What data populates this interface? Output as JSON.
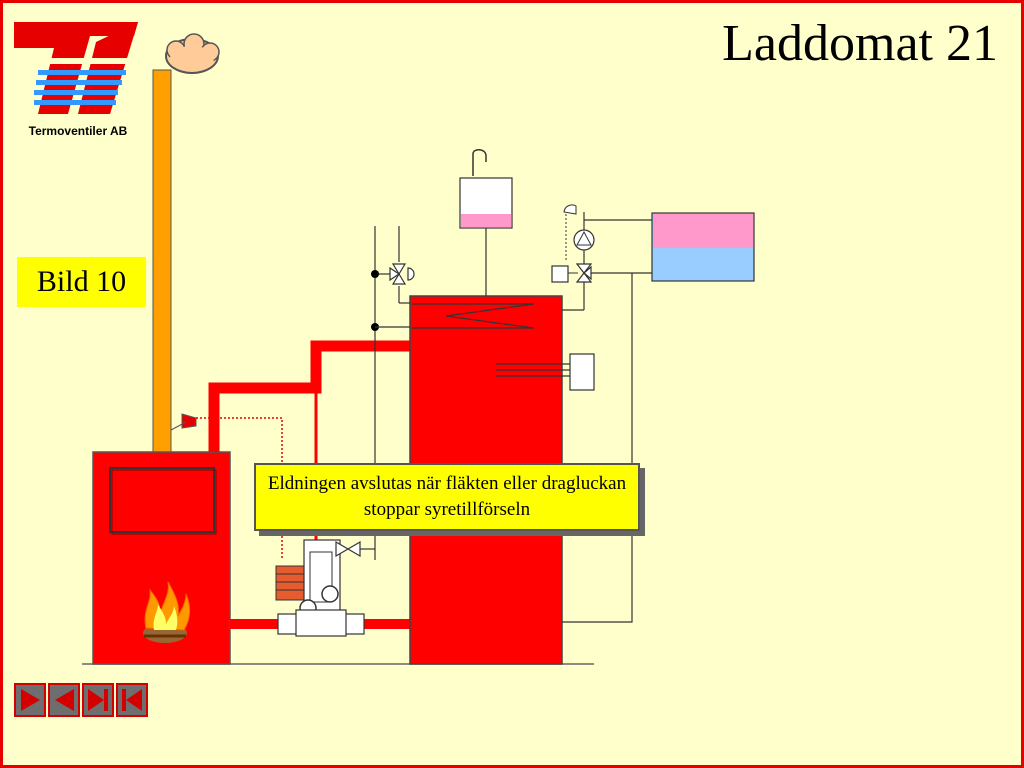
{
  "header": {
    "title": "Laddomat 21",
    "company": "Termoventiler AB"
  },
  "slide": {
    "label": "Bild 10",
    "callout_text": "Eldningen avslutas när fläkten eller dragluckan stoppar syretillförseln"
  },
  "navigation": {
    "buttons": [
      {
        "icon": "play-forward-icon"
      },
      {
        "icon": "previous-icon"
      },
      {
        "icon": "next-end-icon"
      },
      {
        "icon": "first-icon"
      }
    ]
  },
  "colors": {
    "background": "#ffffcc",
    "frame": "#e60000",
    "boiler": "#ff0000",
    "chimney": "#ffa000",
    "highlight": "#ffff00",
    "tank_pink": "#ff99cc",
    "tank_blue": "#99ccff",
    "logo_red": "#e60000",
    "logo_blue": "#3399ff"
  }
}
